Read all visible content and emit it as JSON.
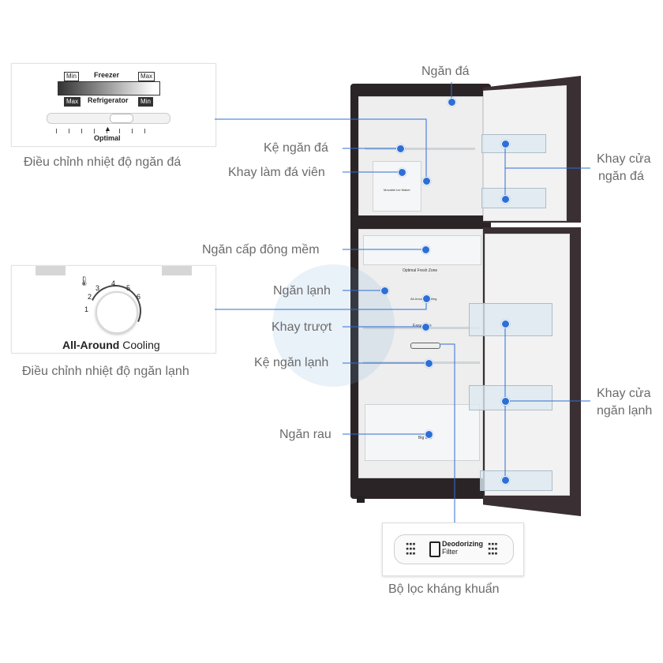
{
  "labels": {
    "ngan_da": "Ngăn đá",
    "ke_ngan_da": "Kệ ngăn đá",
    "khay_lam_da": "Khay làm đá viên",
    "khay_cua_ngan_da_1": "Khay cửa",
    "khay_cua_ngan_da_2": "ngăn đá",
    "ngan_cap_dong_mem": "Ngăn cấp đông mềm",
    "ngan_lanh": "Ngăn lạnh",
    "khay_truot": "Khay trượt",
    "ke_ngan_lanh": "Kệ ngăn lạnh",
    "ngan_rau": "Ngăn rau",
    "khay_cua_ngan_lanh_1": "Khay cửa",
    "khay_cua_ngan_lanh_2": "ngăn lạnh",
    "bo_loc": "Bộ lọc kháng khuẩn"
  },
  "freezer_panel": {
    "caption": "Điều chỉnh nhiệt độ ngăn đá",
    "min_left": "Min",
    "freezer": "Freezer",
    "max_right": "Max",
    "max_left": "Max",
    "refrigerator": "Refrigerator",
    "min_right": "Min",
    "optimal": "Optimal"
  },
  "fridge_panel": {
    "caption": "Điều chỉnh nhiệt độ ngăn lạnh",
    "title_bold": "All-Around",
    "title_rest": " Cooling",
    "dial_numbers": [
      "1",
      "2",
      "3",
      "4",
      "5",
      "6"
    ]
  },
  "interior_text": {
    "optimal_fresh_zone": "Optimal Fresh Zone",
    "all_around_cooling": "All-Around Cooling",
    "easy_slide": "Easy Slide",
    "big_box": "Big Box",
    "movable_ice_maker": "Movable Ice Maker"
  },
  "filter": {
    "line1": "Deodorizing",
    "line2": "Filter"
  },
  "colors": {
    "accent_blue": "#2e6fd4",
    "fridge_black": "#2b2426"
  }
}
